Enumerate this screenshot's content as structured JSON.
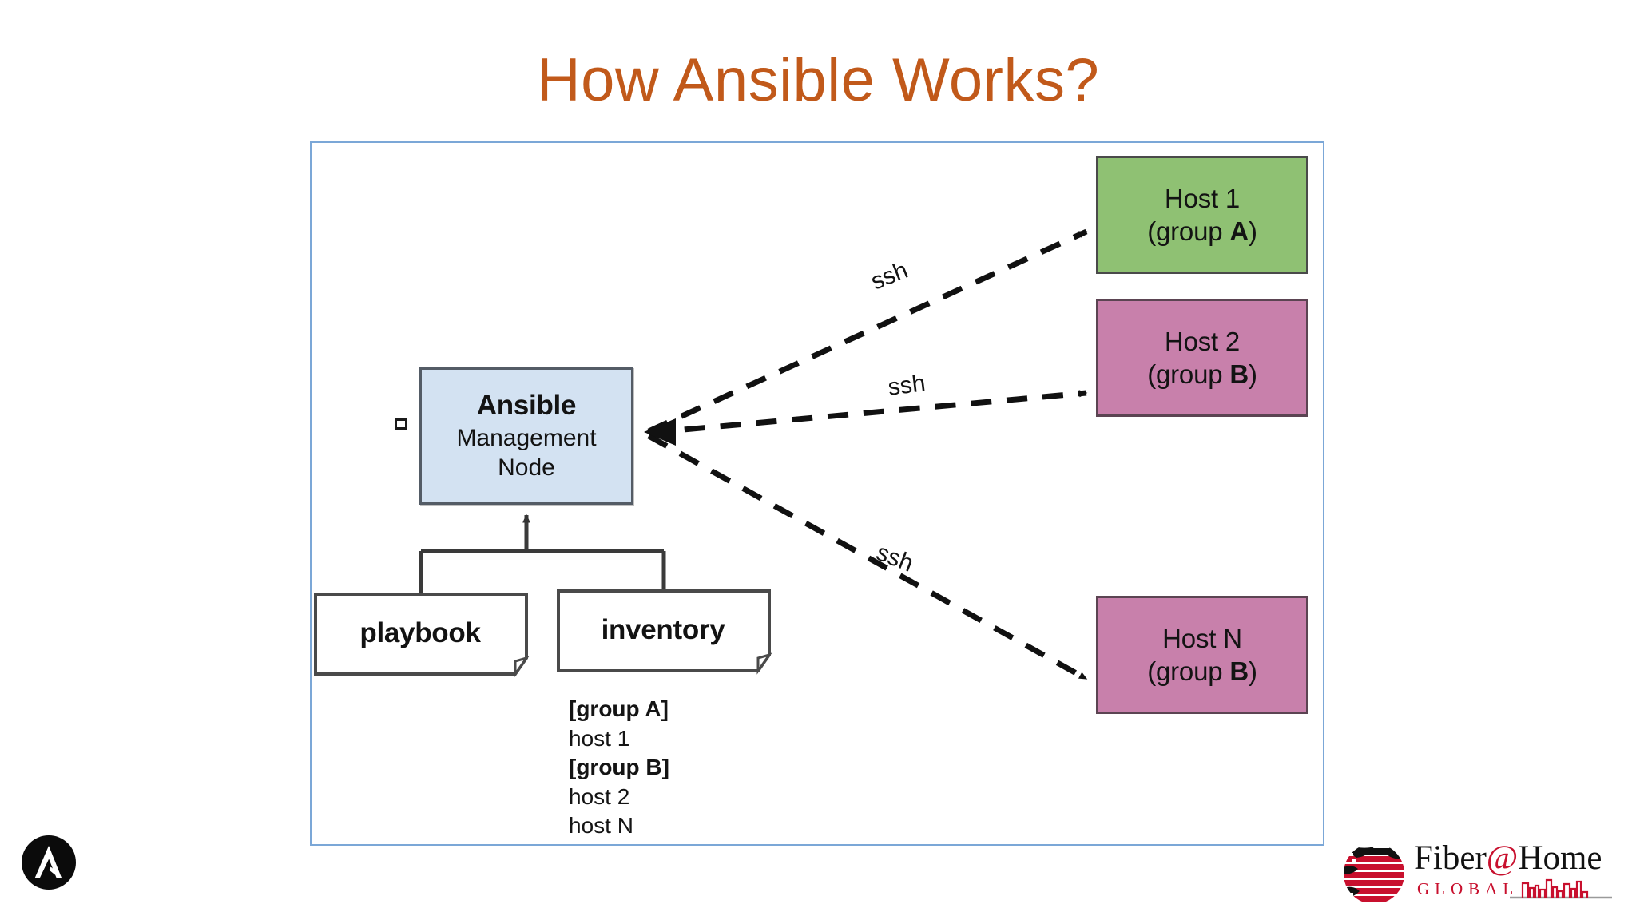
{
  "slide": {
    "title": "How Ansible Works?",
    "title_color": "#c1591a",
    "background_color": "#ffffff"
  },
  "diagram": {
    "frame_border_color": "#7ba7d7",
    "management_node": {
      "title": "Ansible",
      "subtitle_line_1": "Management",
      "subtitle_line_2": "Node",
      "fill_color": "#d3e2f2",
      "border_color": "#545c66"
    },
    "hosts": [
      {
        "name": "host-1",
        "line_1": "Host 1",
        "line_2_prefix": "(group ",
        "line_2_group": "A",
        "line_2_suffix": ")",
        "fill_color": "#8fc173",
        "border_color": "#4a4a4a"
      },
      {
        "name": "host-2",
        "line_1": "Host 2",
        "line_2_prefix": "(group ",
        "line_2_group": "B",
        "line_2_suffix": ")",
        "fill_color": "#c880ab",
        "border_color": "#5b4452"
      },
      {
        "name": "host-n",
        "line_1": "Host N",
        "line_2_prefix": "(group ",
        "line_2_group": "B",
        "line_2_suffix": ")",
        "fill_color": "#c880ab",
        "border_color": "#5b4452"
      }
    ],
    "documents": [
      {
        "name": "playbook",
        "label": "playbook"
      },
      {
        "name": "inventory",
        "label": "inventory"
      }
    ],
    "inventory_contents": [
      {
        "text": "[group A]",
        "is_group": true
      },
      {
        "text": "host 1",
        "is_group": false
      },
      {
        "text": "[group B]",
        "is_group": true
      },
      {
        "text": "host 2",
        "is_group": false
      },
      {
        "text": "host N",
        "is_group": false
      }
    ],
    "connection_labels": [
      {
        "name": "ssh-to-host-1",
        "text": "ssh"
      },
      {
        "name": "ssh-to-host-2",
        "text": "ssh"
      },
      {
        "name": "ssh-to-host-n",
        "text": "ssh"
      }
    ],
    "connection_style": "dashed",
    "connection_color": "#111111"
  },
  "branding": {
    "ansible_logo_name": "ansible-logo",
    "fiberhome": {
      "word_1": "Fiber",
      "at_symbol": "@",
      "word_2": "Home",
      "tagline": "GLOBAL",
      "red": "#c8102e",
      "black": "#111111"
    }
  }
}
